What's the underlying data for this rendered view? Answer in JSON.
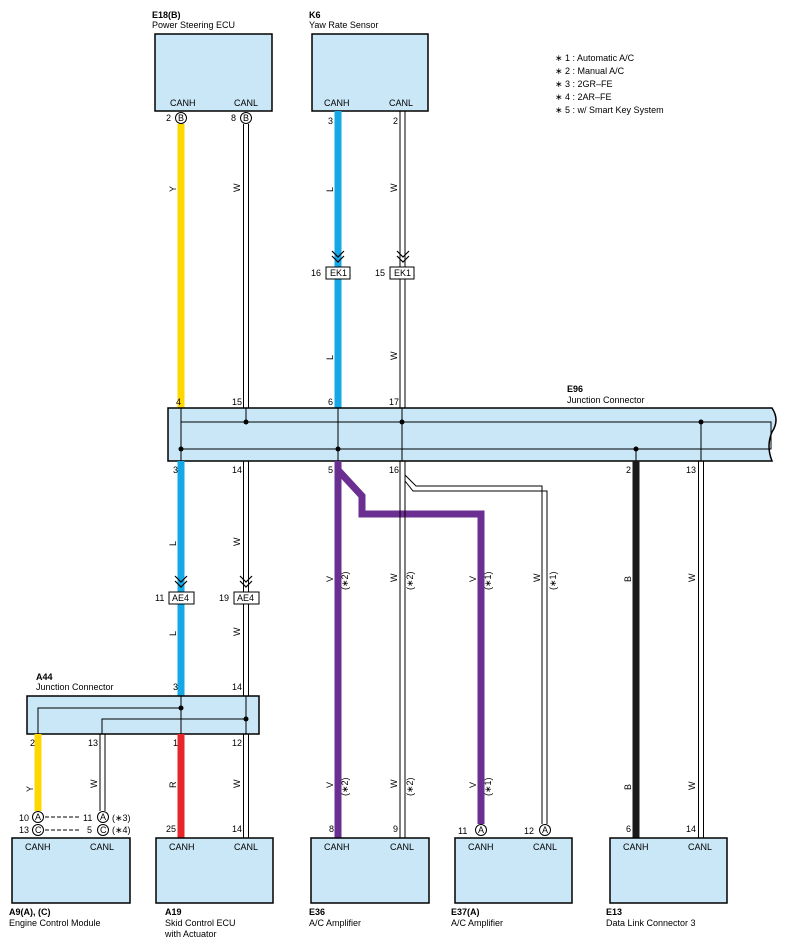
{
  "components": {
    "e18": {
      "code": "E18(B)",
      "name": "Power Steering ECU",
      "canh": "CANH",
      "canl": "CANL",
      "pin_h": "2",
      "pin_l": "8",
      "conn_h": "B",
      "conn_l": "B"
    },
    "k6": {
      "code": "K6",
      "name": "Yaw Rate Sensor",
      "canh": "CANH",
      "canl": "CANL",
      "pin_h": "3",
      "pin_l": "2"
    },
    "e96": {
      "code": "E96",
      "name": "Junction Connector"
    },
    "a44": {
      "code": "A44",
      "name": "Junction Connector"
    },
    "a9": {
      "code": "A9(A), (C)",
      "name": "Engine Control Module",
      "canh": "CANH",
      "canl": "CANL"
    },
    "a19": {
      "code": "A19",
      "name1": "Skid Control ECU",
      "name2": "with Actuator",
      "canh": "CANH",
      "canl": "CANL"
    },
    "e36": {
      "code": "E36",
      "name": "A/C Amplifier",
      "canh": "CANH",
      "canl": "CANL"
    },
    "e37": {
      "code": "E37(A)",
      "name": "A/C Amplifier",
      "canh": "CANH",
      "canl": "CANL"
    },
    "e13": {
      "code": "E13",
      "name": "Data Link Connector 3",
      "canh": "CANH",
      "canl": "CANL"
    }
  },
  "legend": [
    "∗ 1 : Automatic A/C",
    "∗ 2 : Manual A/C",
    "∗ 3 : 2GR–FE",
    "∗ 4 : 2AR–FE",
    "∗ 5 : w/ Smart Key System"
  ],
  "connectors": {
    "ek1": "EK1",
    "ae4": "AE4"
  },
  "pins": {
    "ek1_l": "16",
    "ek1_r": "15",
    "e96_top": [
      "4",
      "15",
      "6",
      "17"
    ],
    "e96_bot": [
      "3",
      "14",
      "5",
      "16",
      "2",
      "13"
    ],
    "ae4_l": "11",
    "ae4_r": "19",
    "a44_top": [
      "3",
      "14"
    ],
    "a44_bot": [
      "2",
      "13",
      "1",
      "12"
    ],
    "a9_r1": "10",
    "a9_c1": "A",
    "a9_r2": "13",
    "a9_c2": "C",
    "a9_s1": "11",
    "a9_s1c": "A",
    "a9_s1n": "(∗3)",
    "a9_s2": "5",
    "a9_s2c": "C",
    "a9_s2n": "(∗4)",
    "a19_h": "25",
    "a19_l": "14",
    "e36_h": "8",
    "e36_l": "9",
    "e37_h": "11",
    "e37_hc": "A",
    "e37_l": "12",
    "e37_lc": "A",
    "e13_h": "6",
    "e13_l": "14"
  },
  "wire_colors": {
    "Y": "Y",
    "W": "W",
    "L": "L",
    "V": "V",
    "R": "R",
    "B": "B"
  },
  "notes": {
    "n1": "(∗1)",
    "n2": "(∗2)"
  },
  "colors": {
    "box_fill": "#c9e7f7",
    "yellow": "#ffd700",
    "blue": "#14a8e6",
    "violet": "#6b2e91",
    "red": "#e8252a",
    "black": "#1a1a1a"
  }
}
